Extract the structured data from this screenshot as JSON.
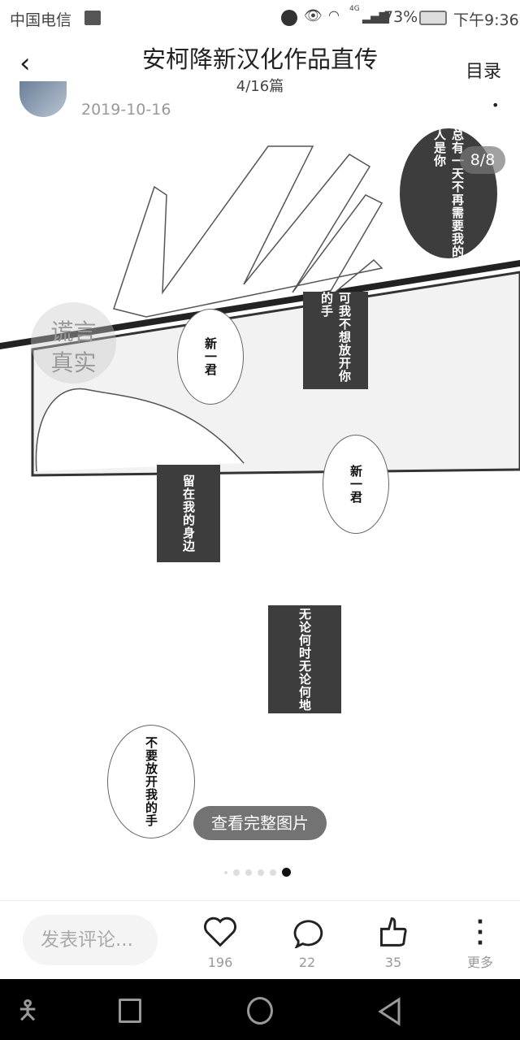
{
  "status": {
    "carrier": "中国电信",
    "battery": "73%",
    "network": "4G",
    "time": "下午9:36"
  },
  "header": {
    "title": "安柯降新汉化作品直传",
    "subtitle": "4/16篇",
    "toc": "目录"
  },
  "post": {
    "date": "2019-10-16"
  },
  "image": {
    "counter": "8/8",
    "watermark": "谎言真实",
    "bubbles": [
      {
        "text": "总有一天不再需要我的人是你"
      },
      {
        "text": "可我不想放开你的手"
      },
      {
        "text": "新一君"
      },
      {
        "text": "新一君"
      },
      {
        "text": "留在我的身边"
      },
      {
        "text": "无论何时无论何地"
      },
      {
        "text": "不要放开我的手"
      }
    ],
    "view_full": "查看完整图片",
    "page_dots": 6,
    "active_dot": 6
  },
  "bottom": {
    "comment_placeholder": "发表评论...",
    "favorites": "196",
    "comments": "22",
    "likes": "35",
    "more": "更多"
  }
}
